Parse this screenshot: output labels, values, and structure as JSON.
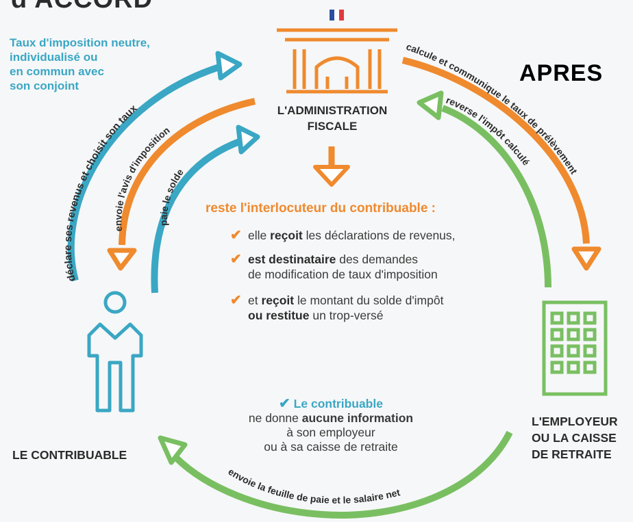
{
  "header_cut_text": "d'ACCORD",
  "apres": "APRES",
  "flag": {
    "colors": [
      "#2a4fa0",
      "#ffffff",
      "#e03a3e"
    ]
  },
  "teal_note": [
    "Taux d'imposition neutre,",
    "individualisé ou",
    "en commun avec",
    "son conjoint"
  ],
  "administration": {
    "label_line1": "L'ADMINISTRATION",
    "label_line2": "FISCALE",
    "icon": "building-columns-icon"
  },
  "arc_labels": {
    "declare": "déclare ses revenus et choisit son taux",
    "avis": "envoie l'avis d'imposition",
    "solde": "paie le solde",
    "calcule": "calcule et communique le taux de prélèvement",
    "reverse": "reverse l'impôt calculé",
    "feuille": "envoie la feuille de paie et le salaire net"
  },
  "reste": "reste l'interlocuteur du contribuable :",
  "bullets": {
    "b1": {
      "pre": "elle ",
      "bold": "reçoit",
      "post": " les déclarations de revenus,"
    },
    "b2": {
      "bold": "est destinataire",
      "post": " des demandes",
      "line2": "de modification de taux d'imposition"
    },
    "b3": {
      "pre": "et ",
      "bold": "reçoit",
      "post": " le montant du solde d'impôt",
      "bold2": "ou restitue",
      "post2": " un trop-versé"
    }
  },
  "contribuable_note": {
    "head": "Le contribuable",
    "l2_pre": "ne donne ",
    "l2_bold": "aucune information",
    "l3": "à son employeur",
    "l4": "ou à sa caisse de retraite"
  },
  "contribuable_label": "LE CONTRIBUABLE",
  "employeur": {
    "line1": "L'EMPLOYEUR",
    "line2": "OU LA CAISSE",
    "line3": "DE RETRAITE"
  },
  "colors": {
    "teal": "#3aa7c4",
    "orange": "#ef8a2e",
    "green": "#79bf62",
    "dark": "#2b2b2b"
  },
  "icons": [
    "check-icon",
    "person-icon",
    "office-building-icon",
    "down-arrow-icon"
  ]
}
